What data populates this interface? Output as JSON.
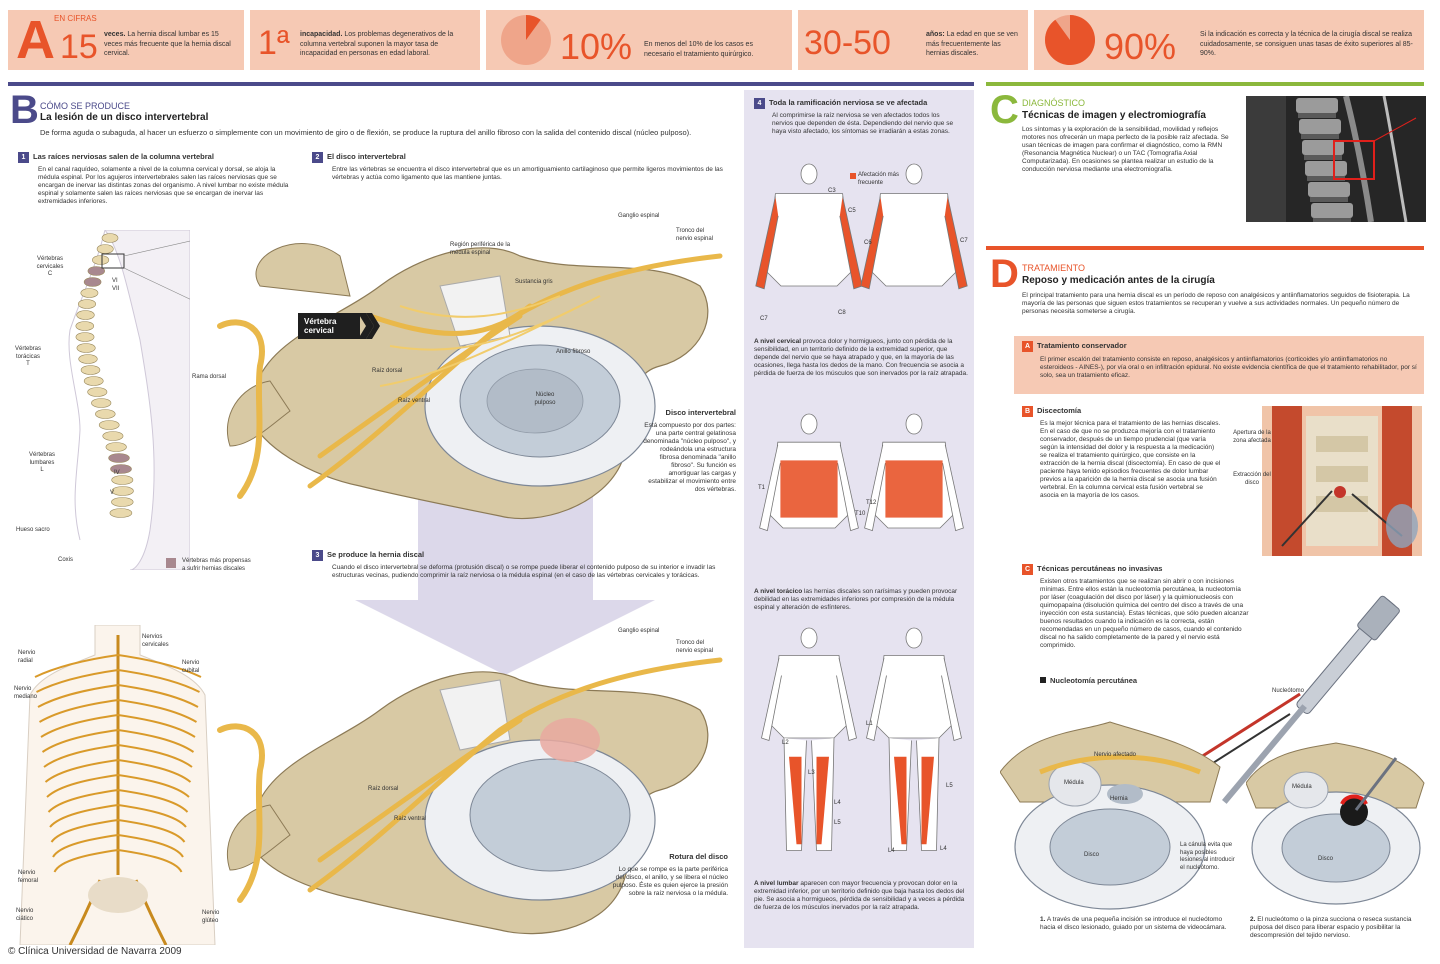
{
  "section_a": {
    "letter": "A",
    "label": "EN CIFRAS",
    "stats": [
      {
        "value": "15",
        "bold": "veces.",
        "text": " La hernia discal lumbar es 15 veces más frecuente que la hernia discal cervical."
      },
      {
        "value": "1ª",
        "bold": "incapacidad.",
        "text": " Los problemas degenerativos de la columna vertebral suponen la mayor tasa de incapacidad en personas en edad laboral."
      },
      {
        "value": "10%",
        "pie": 0.1,
        "text": "En menos del 10% de los casos es necesario el tratamiento quirúrgico."
      },
      {
        "value": "30-50",
        "bold": "años:",
        "text": " La edad en que se ven más frecuentemente las hernias discales."
      },
      {
        "value": "90%",
        "pie": 0.9,
        "text": "Si la indicación es correcta y la técnica de la cirugía discal se realiza cuidadosamente, se consiguen unas tasas de éxito superiores al 85-90%."
      }
    ]
  },
  "section_b": {
    "letter": "B",
    "label": "CÓMO SE PRODUCE",
    "title": "La lesión de un disco intervertebral",
    "intro": "De forma aguda o subaguda, al hacer un esfuerzo o simplemente con un movimiento de giro o de flexión, se produce la ruptura del anillo fibroso con la salida del contenido discal (núcleo pulposo).",
    "step1": {
      "num": "1",
      "title": "Las raíces nerviosas salen de la columna vertebral",
      "text": "En el canal raquídeo, solamente a nivel de la columna cervical y dorsal, se aloja la médula espinal. Por los agujeros intervertebrales salen las raíces nerviosas que se encargan de inervar las distintas zonas del organismo. A nivel lumbar no existe médula espinal y solamente salen las raíces nerviosas que se encargan de inervar las extremidades inferiores."
    },
    "step2": {
      "num": "2",
      "title": "El disco intervertebral",
      "text": "Entre las vértebras se encuentra el disco intervertebral que es un amortiguamiento cartilaginoso que permite ligeros movimientos de las vértebras y actúa como ligamento que las mantiene juntas."
    },
    "step3": {
      "num": "3",
      "title": "Se produce la hernia discal",
      "text": "Cuando el disco intervertebral se deforma (protusión discal) o se rompe puede liberar el contenido pulposo de su interior e invadir las estructuras vecinas, pudiendo comprimir la raíz nerviosa o la médula espinal (en el caso de las vértebras cervicales y torácicas."
    },
    "step4": {
      "num": "4",
      "title": "Toda la ramificación nerviosa se ve afectada",
      "text": "Al comprimirse la raíz nerviosa se ven afectados todos los nervios que dependen de ésta. Dependiendo del nervio que se haya visto afectado, los síntomas se irradiarán a estas zonas."
    },
    "spine_labels": {
      "cervical": "Vértebras cervicales",
      "cervical_letter": "C",
      "thoracic": "Vértebras torácicas",
      "thoracic_letter": "T",
      "lumbar": "Vértebras lumbares",
      "lumbar_letter": "L",
      "sacro": "Hueso sacro",
      "coxis": "Coxis",
      "legend": "Vértebras más propensas a sufrir hernias discales",
      "roman_vi": "VI",
      "roman_vii": "VII",
      "roman_iv": "IV",
      "roman_v": "V"
    },
    "vertebra_labels": {
      "ganglio": "Ganglio espinal",
      "tronco": "Tronco del nervio espinal",
      "region": "Región periférica de la médula espinal",
      "sustancia": "Sustancia gris",
      "vertebra_cervical": "Vértebra cervical",
      "rama_dorsal": "Rama dorsal",
      "raiz_dorsal": "Raíz dorsal",
      "raiz_ventral": "Raíz ventral",
      "anillo": "Anillo fibroso",
      "nucleo": "Núcleo pulposo",
      "disco_title": "Disco intervertebral",
      "disco_text": "Está compuesto por dos partes: una parte central gelatinosa denominada \"núcleo pulposo\", y rodeándola una estructura fibrosa denominada \"anillo fibroso\". Su función es amortiguar las cargas y estabilizar el movimiento entre dos vértebras.",
      "rotura_title": "Rotura del disco",
      "rotura_text": "Lo que se rompe es la parte periférica del disco, el anillo, y se libera el núcleo pulposo. Éste es quien ejerce la presión sobre la raíz nerviosa o la médula."
    },
    "nerve_labels": {
      "radial": "Nervio radial",
      "cervicales": "Nervios cervicales",
      "cubital": "Nervio cubital",
      "mediano": "Nervio mediano",
      "femoral": "Nervio femoral",
      "ciatico": "Nervio ciático",
      "gluteo": "Nervio glúteo"
    },
    "body_panel": {
      "legend": "Afectación más frecuente",
      "cervical_bold": "A nivel cervical",
      "cervical_text": " provoca dolor y hormigueos, junto con pérdida de la sensibilidad, en un territorio definido de la extremidad superior, que depende del nervio que se haya atrapado y que, en la mayoría de las ocasiones, llega hasta los dedos de la mano. Con frecuencia se asocia a pérdida de fuerza de los músculos que son inervados por la raíz atrapada.",
      "toracico_bold": "A nivel torácico",
      "toracico_text": " las hernias discales son rarísimas y pueden provocar debilidad en las extremidades inferiores por compresión de la médula espinal y alteración de esfínteres.",
      "lumbar_bold": "A nivel lumbar",
      "lumbar_text": " aparecen con mayor frecuencia y provocan dolor en la extremidad inferior, por un territorio definido que baja hasta los dedos del pie. Se asocia a hormigueos, pérdida de sensibilidad y a veces a pérdida de fuerza de los músculos inervados por la raíz atrapada.",
      "c3": "C3",
      "c5": "C5",
      "c6": "C6",
      "c7": "C7",
      "c7b": "C7",
      "c8": "C8",
      "t1": "T1",
      "t10": "T10",
      "t12": "T12",
      "l1": "L1",
      "l2": "L2",
      "l3": "L3",
      "l4": "L4",
      "l5": "L5",
      "l4b": "L4",
      "l4c": "L4",
      "l5b": "L5"
    }
  },
  "section_c": {
    "letter": "C",
    "label": "DIAGNÓSTICO",
    "title": "Técnicas de imagen y electromiografía",
    "text": "Los síntomas y la exploración de la sensibilidad, movilidad y reflejos motores nos ofrecerán un mapa perfecto de la posible raíz afectada. Se usan técnicas de imagen para confirmar el diagnóstico, como la RMN (Resonancia Magnética Nuclear) o un TAC (Tomografía Axial Computarizada). En ocasiones se plantea realizar un estudio de la conducción nerviosa mediante una electromiografía."
  },
  "section_d": {
    "letter": "D",
    "label": "TRATAMIENTO",
    "title": "Reposo y medicación antes de la cirugía",
    "intro": "El principal tratamiento para una hernia discal es un período de reposo con analgésicos y antiinflamatorios seguidos de fisioterapia. La mayoría de las personas que siguen estos tratamientos se recuperan y vuelve a sus actividades normales. Un pequeño número de personas necesita someterse a cirugía.",
    "a": {
      "letter": "A",
      "title": "Tratamiento conservador",
      "text": "El primer escalón del tratamiento consiste en reposo, analgésicos y antiinflamatorios (corticoides y/o antiinflamatorios no esteroideos - AINES-), por vía oral o en infiltración epidural. No existe evidencia científica de que el tratamiento rehabilitador, por sí solo, sea un tratamiento eficaz."
    },
    "b": {
      "letter": "B",
      "title": "Discectomía",
      "text": "Es la mejor técnica para el tratamiento de las hernias discales. En el caso de que no se produzca mejoría con el tratamiento conservador, después de un tiempo prudencial (que varía según la intensidad del dolor y la respuesta a la medicación) se realiza el tratamiento quirúrgico, que consiste en la extracción de la hernia discal (discectomía). En caso de que el paciente haya tenido episodios frecuentes de dolor lumbar previos a la aparición de la hernia discal se asocia una fusión vertebral. En la columna cervical esta fusión vertebral se asocia en la mayoría de los casos.",
      "label1": "Apertura de la zona afectada",
      "label2": "Extracción del disco"
    },
    "c": {
      "letter": "C",
      "title": "Técnicas percutáneas no invasivas",
      "text": "Existen otros tratamientos que se realizan sin abrir o con incisiones mínimas. Entre ellos están la nucleotomía percutánea, la nucleotomía por láser (coagulación del disco por láser) y la quimionucleosis con quimopapaína (disolución química del centro del disco a través de una inyección con esta sustancia). Estas técnicas, que sólo pueden alcanzar buenos resultados cuando la indicación es la correcta, están recomendadas en un pequeño número de casos, cuando el contenido discal no ha salido completamente de la pared y el nervio está comprimido."
    },
    "nucleotomia": {
      "title": "Nucleotomía percutánea",
      "nucleotomo": "Nucleótomo",
      "nervio": "Nervio afectado",
      "medula1": "Médula",
      "hernia": "Hernia",
      "disco1": "Disco",
      "medula2": "Médula",
      "disco2": "Disco",
      "canula": "La cánula evita que haya posibles lesiones al introducir el nucleótomo.",
      "step1_num": "1.",
      "step1": "A través de una pequeña incisión se introduce el nucleótomo hacia el disco lesionado, guiado por un sistema de videocámara.",
      "step2_num": "2.",
      "step2": "El nucleótomo o la pinza succiona o reseca sustancia pulposa del disco para liberar espacio y posibilitar la descompresión del tejido nervioso."
    }
  },
  "credit": "© Clínica Universidad de Navarra 2009",
  "colors": {
    "accent": "#e8542a",
    "purple": "#4b4a8a",
    "green": "#8bb83c",
    "salmon": "#f6c9b4",
    "lavender": "#e6e3f0"
  }
}
